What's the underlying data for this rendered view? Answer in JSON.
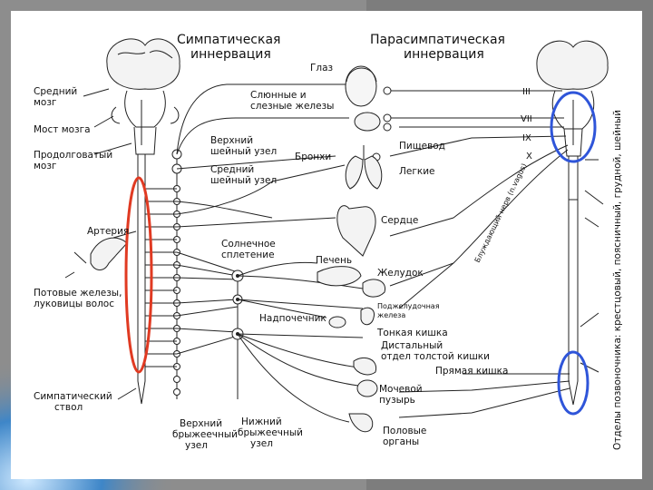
{
  "titles": {
    "symp1": "Симпатическая",
    "symp2": "иннервация",
    "para1": "Парасимпатическая",
    "para2": "иннервация"
  },
  "left_labels": {
    "midbrain1": "Средний",
    "midbrain2": "мозг",
    "pons": "Мост мозга",
    "medulla1": "Продолговатый",
    "medulla2": "мозг",
    "artery": "Артерия",
    "sweat1": "Потовые железы,",
    "sweat2": "луковицы волос",
    "trunk1": "Симпатический",
    "trunk2": "ствол"
  },
  "ganglia": {
    "upper_cervical1": "Верхний",
    "upper_cervical2": "шейный узел",
    "mid_cervical1": "Средний",
    "mid_cervical2": "шейный узел",
    "solar1": "Солнечное",
    "solar2": "сплетение",
    "upper_mesenteric1": "Верхний",
    "upper_mesenteric2": "брыжеечный",
    "upper_mesenteric3": "узел",
    "lower_mesenteric1": "Нижний",
    "lower_mesenteric2": "брыжеечный",
    "lower_mesenteric3": "узел"
  },
  "organs": {
    "eye": "Глаз",
    "glands1": "Слюнные и",
    "glands2": "слезные железы",
    "bronchi": "Бронхи",
    "esophagus": "Пищевод",
    "lungs": "Легкие",
    "heart": "Сердце",
    "liver": "Печень",
    "stomach": "Желудок",
    "adrenal": "Надпочечник",
    "pancreas1": "Поджелудочная",
    "pancreas2": "железа",
    "small_int": "Тонкая кишка",
    "colon1": "Дистальный",
    "colon2": "отдел толстой кишки",
    "rectum": "Прямая кишка",
    "bladder1": "Мочевой",
    "bladder2": "пузырь",
    "genitals1": "Половые",
    "genitals2": "органы"
  },
  "nerves": {
    "iii": "III",
    "vii": "VII",
    "ix": "IX",
    "x": "X",
    "vagus": "Блуждающий нерв (n.vagus)",
    "spine_sections": "Отделы позвоночника: крестцовый, поясничный, грудной, шейный"
  },
  "colors": {
    "red_ellipse": "#e03a22",
    "blue_ellipse": "#2f55d9",
    "line": "#222222"
  }
}
